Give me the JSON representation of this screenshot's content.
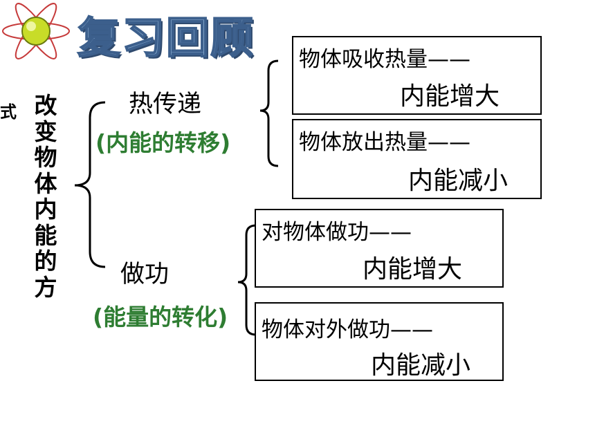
{
  "title": "复习回顾",
  "root": {
    "label": "改变物体内能的方",
    "tail": "式"
  },
  "branches": [
    {
      "name": "热传递",
      "sub": "(内能的转移)",
      "items": [
        {
          "line1": "物体吸收热量——",
          "line2": "内能增大"
        },
        {
          "line1": "物体放出热量——",
          "line2": "内能减小"
        }
      ]
    },
    {
      "name": "做功",
      "sub": "(能量的转化)",
      "items": [
        {
          "line1": "对物体做功——",
          "line2": "内能增大"
        },
        {
          "line1": "物体对外做功——",
          "line2": "内能减小"
        }
      ]
    }
  ],
  "colors": {
    "title": "#7fa2c8",
    "title_outline": "#3c5f8c",
    "subtitle": "#2e7d32",
    "logo": "#c8dc28"
  },
  "icons": {
    "logo": "atom-globe-icon"
  }
}
